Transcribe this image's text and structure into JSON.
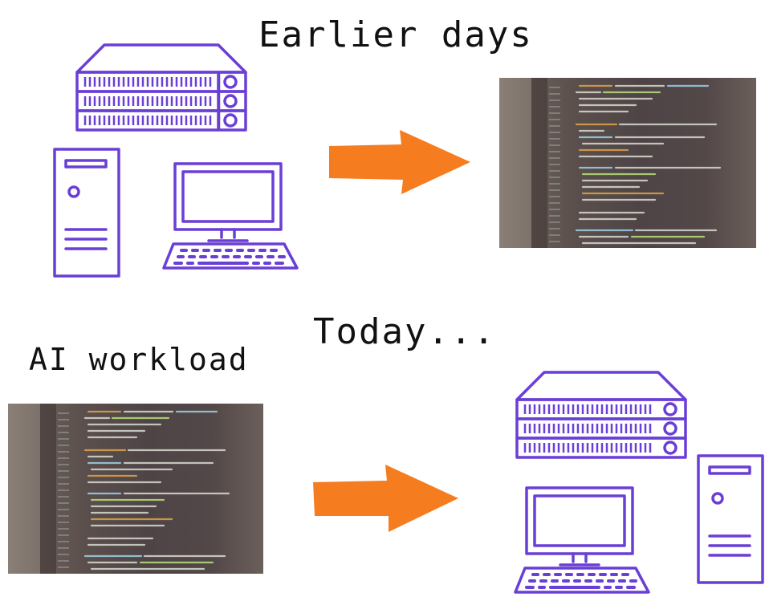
{
  "labels": {
    "earlier": "Earlier days",
    "today": "Today...",
    "ai_workload": "AI workload"
  },
  "icons": {
    "server_rack": "server-rack-icon",
    "tower": "desktop-tower-icon",
    "monitor": "monitor-keyboard-icon",
    "arrow": "right-arrow-icon",
    "code_photo": "code-screen-photo"
  },
  "colors": {
    "line_art": "#6a3fd6",
    "arrow": "#f57c1f",
    "text": "#111111"
  }
}
